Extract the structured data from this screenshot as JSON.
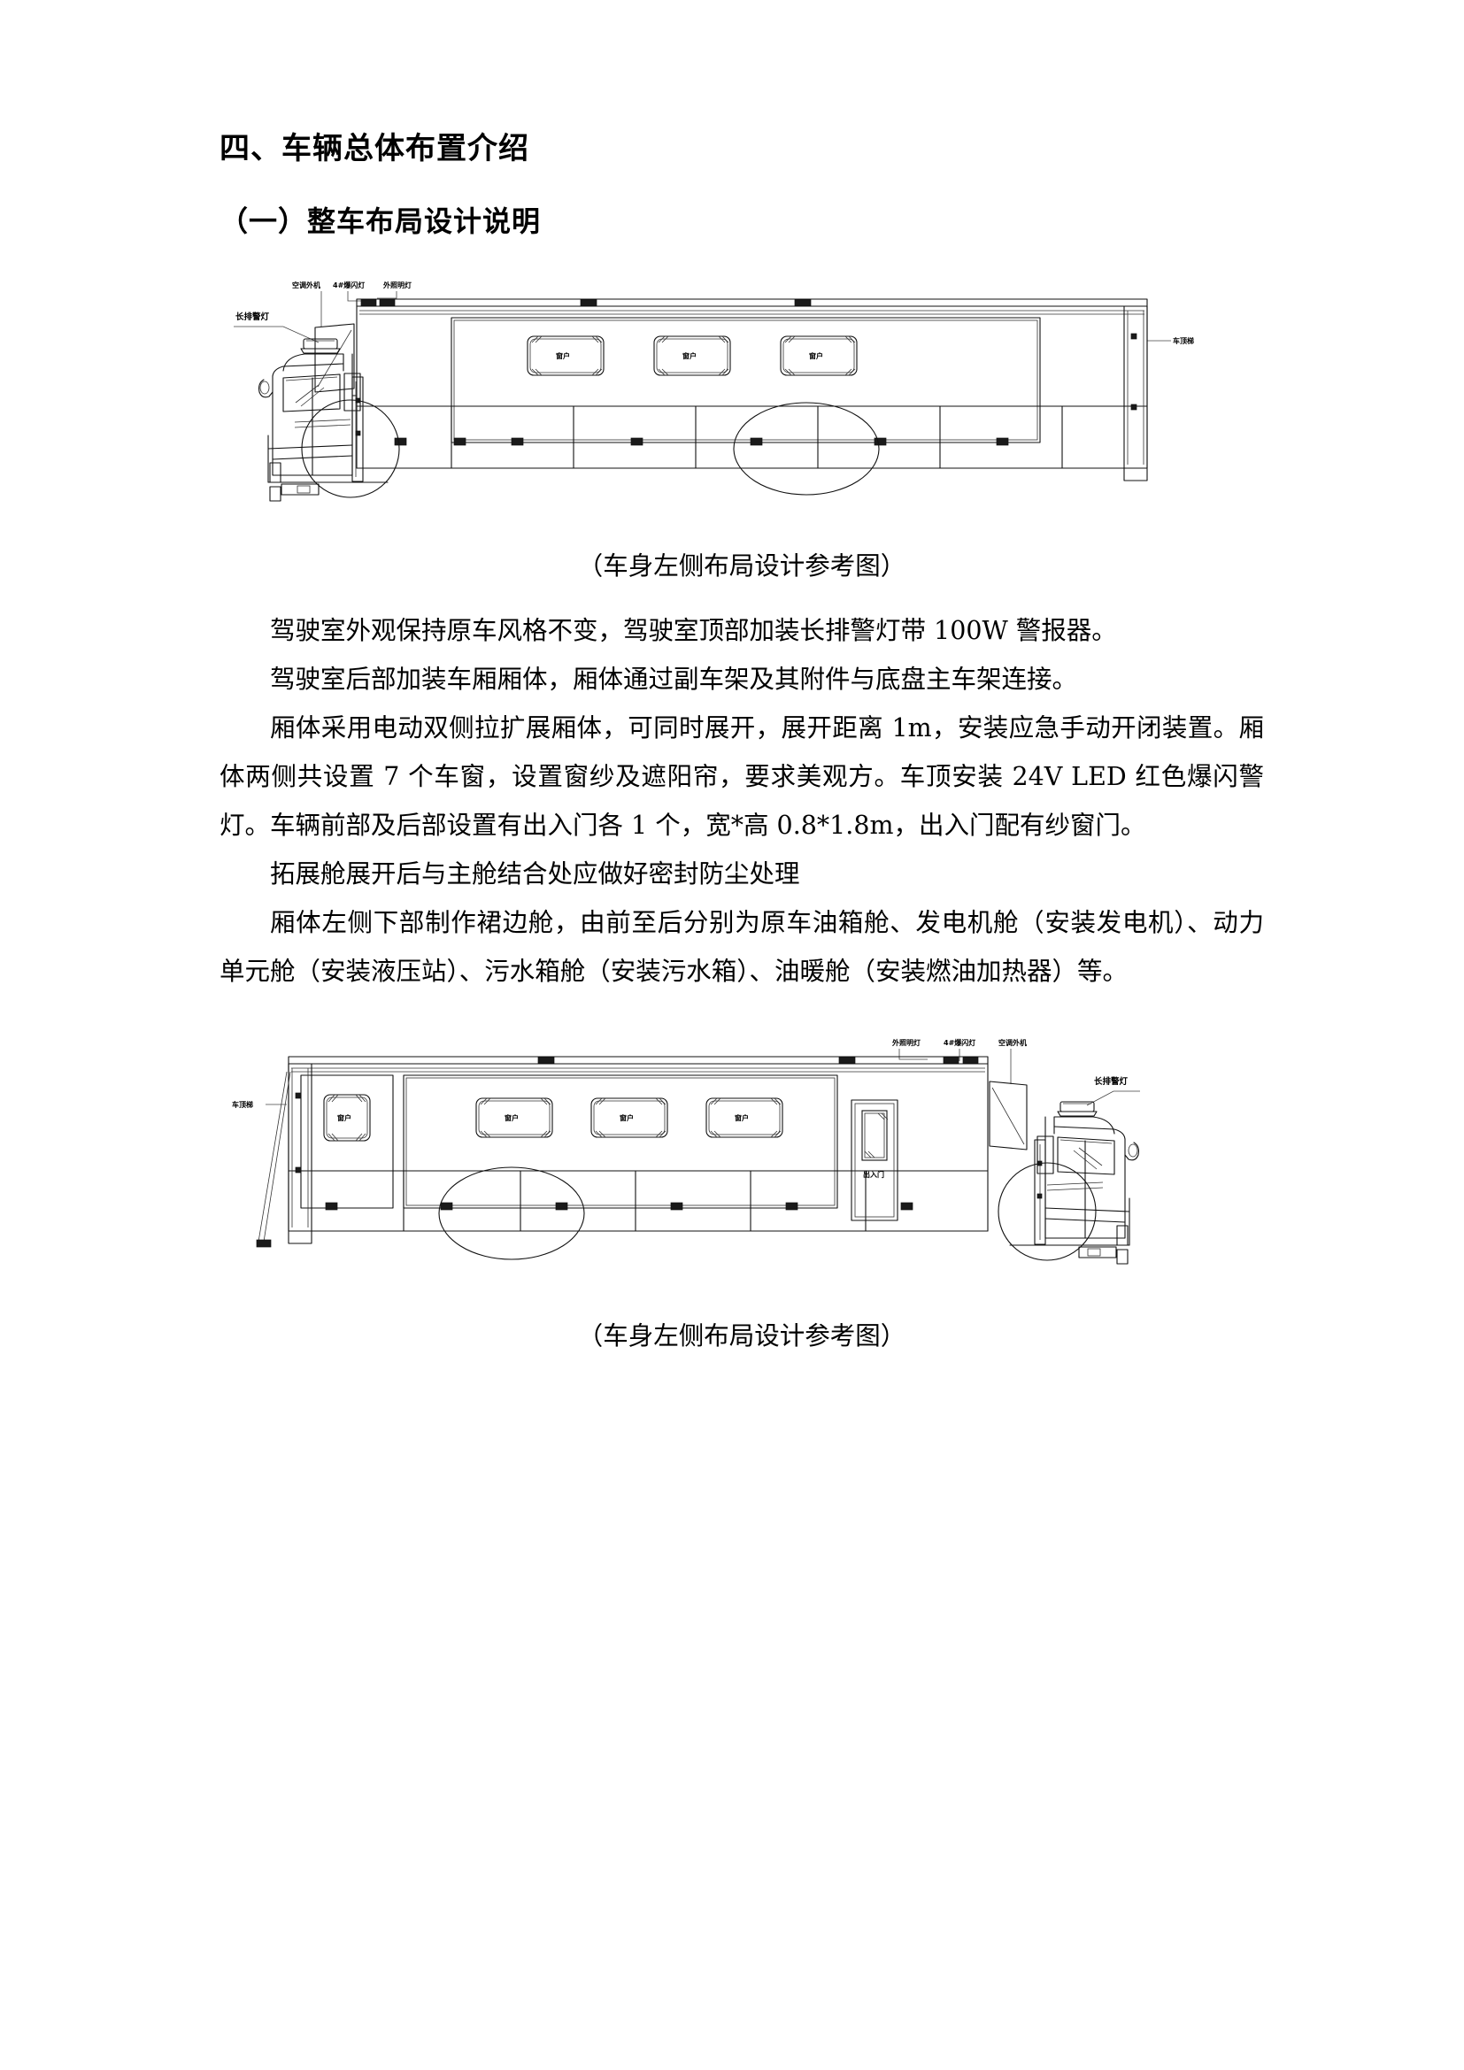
{
  "document": {
    "heading_main": "四、车辆总体布置介绍",
    "heading_sub": "（一）整车布局设计说明",
    "figure1_caption": "（车身左侧布局设计参考图）",
    "figure2_caption": "（车身左侧布局设计参考图）",
    "paragraphs": [
      "驾驶室外观保持原车风格不变，驾驶室顶部加装长排警灯带 100W 警报器。",
      "驾驶室后部加装车厢厢体，厢体通过副车架及其附件与底盘主车架连接。",
      "厢体采用电动双侧拉扩展厢体，可同时展开，展开距离 1m，安装应急手动开闭装置。厢体两侧共设置 7 个车窗，设置窗纱及遮阳帘，要求美观方。车顶安装 24V LED 红色爆闪警灯。车辆前部及后部设置有出入门各 1 个，宽*高 0.8*1.8m，出入门配有纱窗门。",
      "拓展舱展开后与主舱结合处应做好密封防尘处理",
      "厢体左侧下部制作裙边舱，由前至后分别为原车油箱舱、发电机舱（安装发电机）、动力单元舱（安装液压站）、污水箱舱（安装污水箱）、油暖舱（安装燃油加热器）等。"
    ]
  },
  "figure1": {
    "name": "车身左侧布局设计参考图",
    "labels": {
      "ac_outdoor_unit": "空调外机",
      "flash_light": "4#爆闪灯",
      "exterior_light": "外照明灯",
      "long_bar_warning_light": "长排警灯",
      "roof_ladder": "车顶梯",
      "window": "窗户"
    },
    "window_count": 3
  },
  "figure2": {
    "name": "车身左侧布局设计参考图",
    "labels": {
      "exterior_light": "外照明灯",
      "flash_light": "4#爆闪灯",
      "ac_outdoor_unit": "空调外机",
      "long_bar_warning_light": "长排警灯",
      "roof_ladder": "车顶梯",
      "window": "窗户",
      "entry_door": "出入门"
    },
    "window_count": 4
  }
}
